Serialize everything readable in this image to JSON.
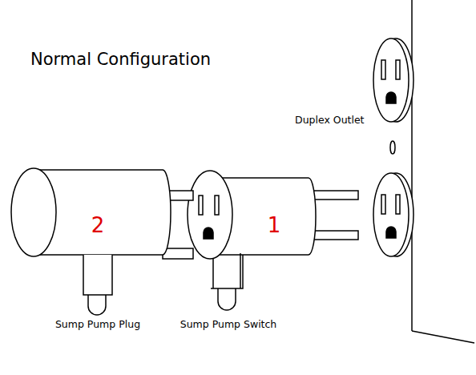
{
  "diagram": {
    "title": "Normal Configuration",
    "labels": [
      "Duplex Outlet",
      "2",
      "1",
      "Sump Pump Plug",
      "Sump Pump Switch"
    ]
  }
}
